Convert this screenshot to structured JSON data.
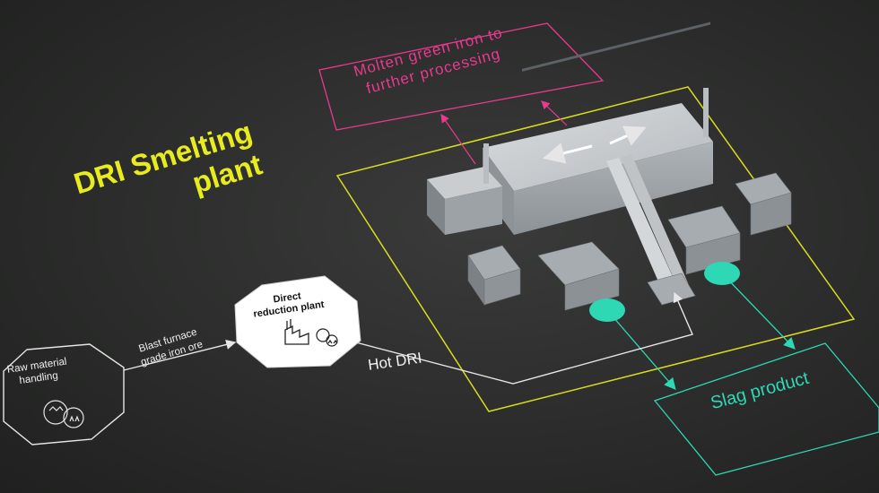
{
  "title": {
    "line1": "DRI Smelting",
    "line2": "plant"
  },
  "output_top": {
    "line1": "Molten green iron to",
    "line2": "further processing"
  },
  "output_slag": "Slag product",
  "flow_hot_dri": "Hot DRI",
  "flow_ore": {
    "line1": "Blast furnace",
    "line2": "grade iron ore"
  },
  "node_direct_reduction": {
    "line1": "Direct",
    "line2": "reduction plant"
  },
  "node_raw_material": {
    "line1": "Raw material",
    "line2": "handling"
  },
  "icons": [
    "factory-icon",
    "ore-recycle-icon",
    "iron-pellets-icon"
  ],
  "colors": {
    "background": "#2b2c2b",
    "title": "#e8ec1f",
    "molten": "#e93a8e",
    "slag": "#2ed8b4",
    "flow": "#e6e6e6"
  }
}
